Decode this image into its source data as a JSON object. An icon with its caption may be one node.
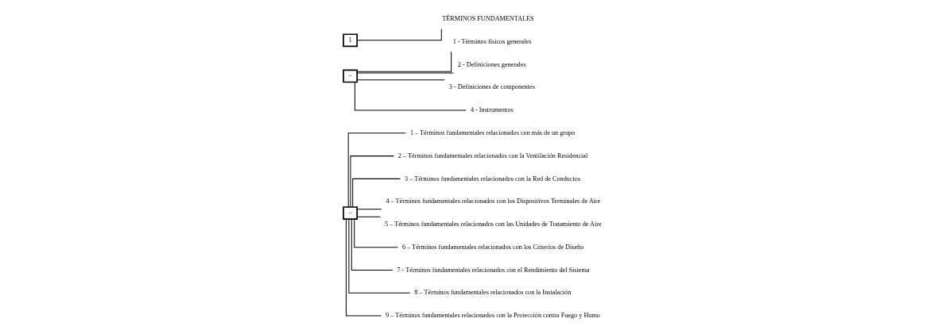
{
  "diagram": {
    "nodes": [
      {
        "text": [
          "1"
        ]
      },
      {
        "text": [
          "-"
        ]
      },
      {
        "text": [
          "-"
        ]
      },
      {
        "text": [
          "TÉRMINOS FUNDAMENTALES"
        ]
      },
      {
        "text": [
          "1 - Términos físicos generales"
        ]
      },
      {
        "text": [
          "2 - Definiciones generales"
        ]
      },
      {
        "text": [
          "3 - Definiciones de componentes"
        ]
      },
      {
        "text": [
          "4 - Instrumentos"
        ]
      },
      {
        "text": [
          "1 – Términos fundamentales relacionados con más de un grupo"
        ]
      },
      {
        "text": [
          "2 – Términos fundamentales relacionados con la Ventilación Residencial"
        ]
      },
      {
        "text": [
          "3 – Términos fundamentales relacionados con la Red de Conductos"
        ]
      },
      {
        "text": [
          "4 – Términos fundamentales relacionados con los Dispositivos Terminales de Aire"
        ]
      },
      {
        "text": [
          "5 – Términos fundamentales relacionados con las Unidades de Tratamiento de Aire"
        ]
      },
      {
        "text": [
          "6 – Términos fundamentales relacionados con los Criterios de Diseño"
        ]
      },
      {
        "text": [
          "7 - Términos fundamentales relacionados con el Rendimiento del Sistema"
        ]
      },
      {
        "text": [
          "8 – Términos fundamentales relacionados con la Instalación"
        ]
      },
      {
        "text": [
          "9 – Términos fundamentales relacionados con la Protección contra Fuego y Humo"
        ]
      }
    ],
    "edges": [
      {
        "from": 0,
        "to": 3,
        "arrow": "none"
      },
      {
        "from": 1,
        "to": 4,
        "arrow": "none"
      },
      {
        "from": 1,
        "to": 5,
        "arrow": "none"
      },
      {
        "from": 1,
        "to": 6,
        "arrow": "none"
      },
      {
        "from": 1,
        "to": 7,
        "arrow": "none"
      },
      {
        "from": 2,
        "to": 8,
        "arrow": "none"
      },
      {
        "from": 2,
        "to": 9,
        "arrow": "none"
      },
      {
        "from": 2,
        "to": 10,
        "arrow": "none"
      },
      {
        "from": 2,
        "to": 11,
        "arrow": "none"
      },
      {
        "from": 2,
        "to": 12,
        "arrow": "none"
      },
      {
        "from": 2,
        "to": 13,
        "arrow": "none"
      },
      {
        "from": 2,
        "to": 14,
        "arrow": "none"
      },
      {
        "from": 2,
        "to": 15,
        "arrow": "none"
      },
      {
        "from": 2,
        "to": 16,
        "arrow": "none"
      }
    ]
  }
}
